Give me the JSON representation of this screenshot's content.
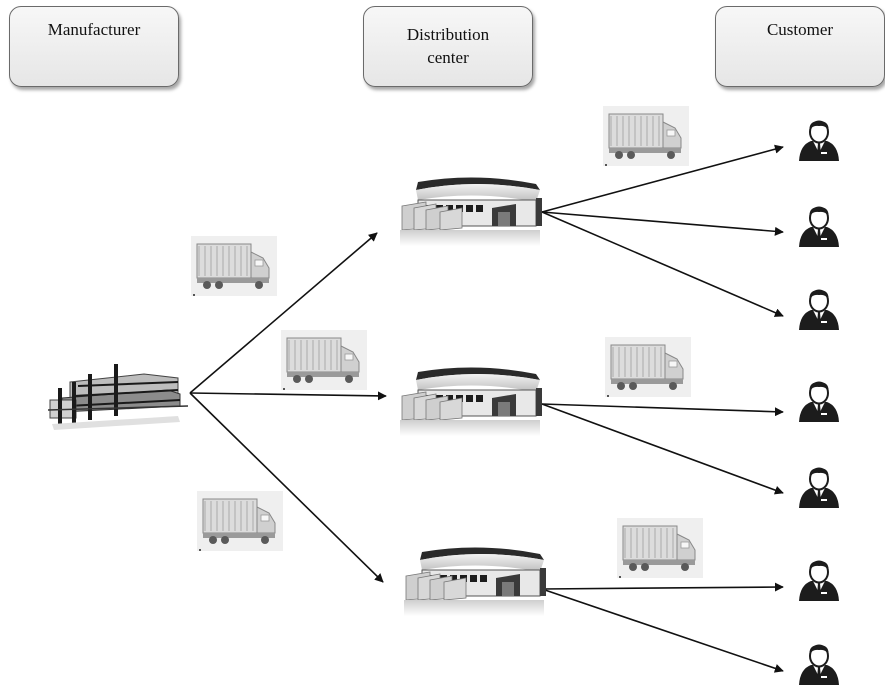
{
  "headers": {
    "manufacturer": "Manufacturer",
    "distribution_line1": "Distribution",
    "distribution_line2": "center",
    "customer": "Customer"
  },
  "icons": {
    "factory": "factory-icon",
    "warehouse": "warehouse-icon",
    "truck": "truck-icon",
    "customer": "customer-icon"
  },
  "colors": {
    "arrow": "#111111",
    "box_border": "#6a6a6a"
  }
}
